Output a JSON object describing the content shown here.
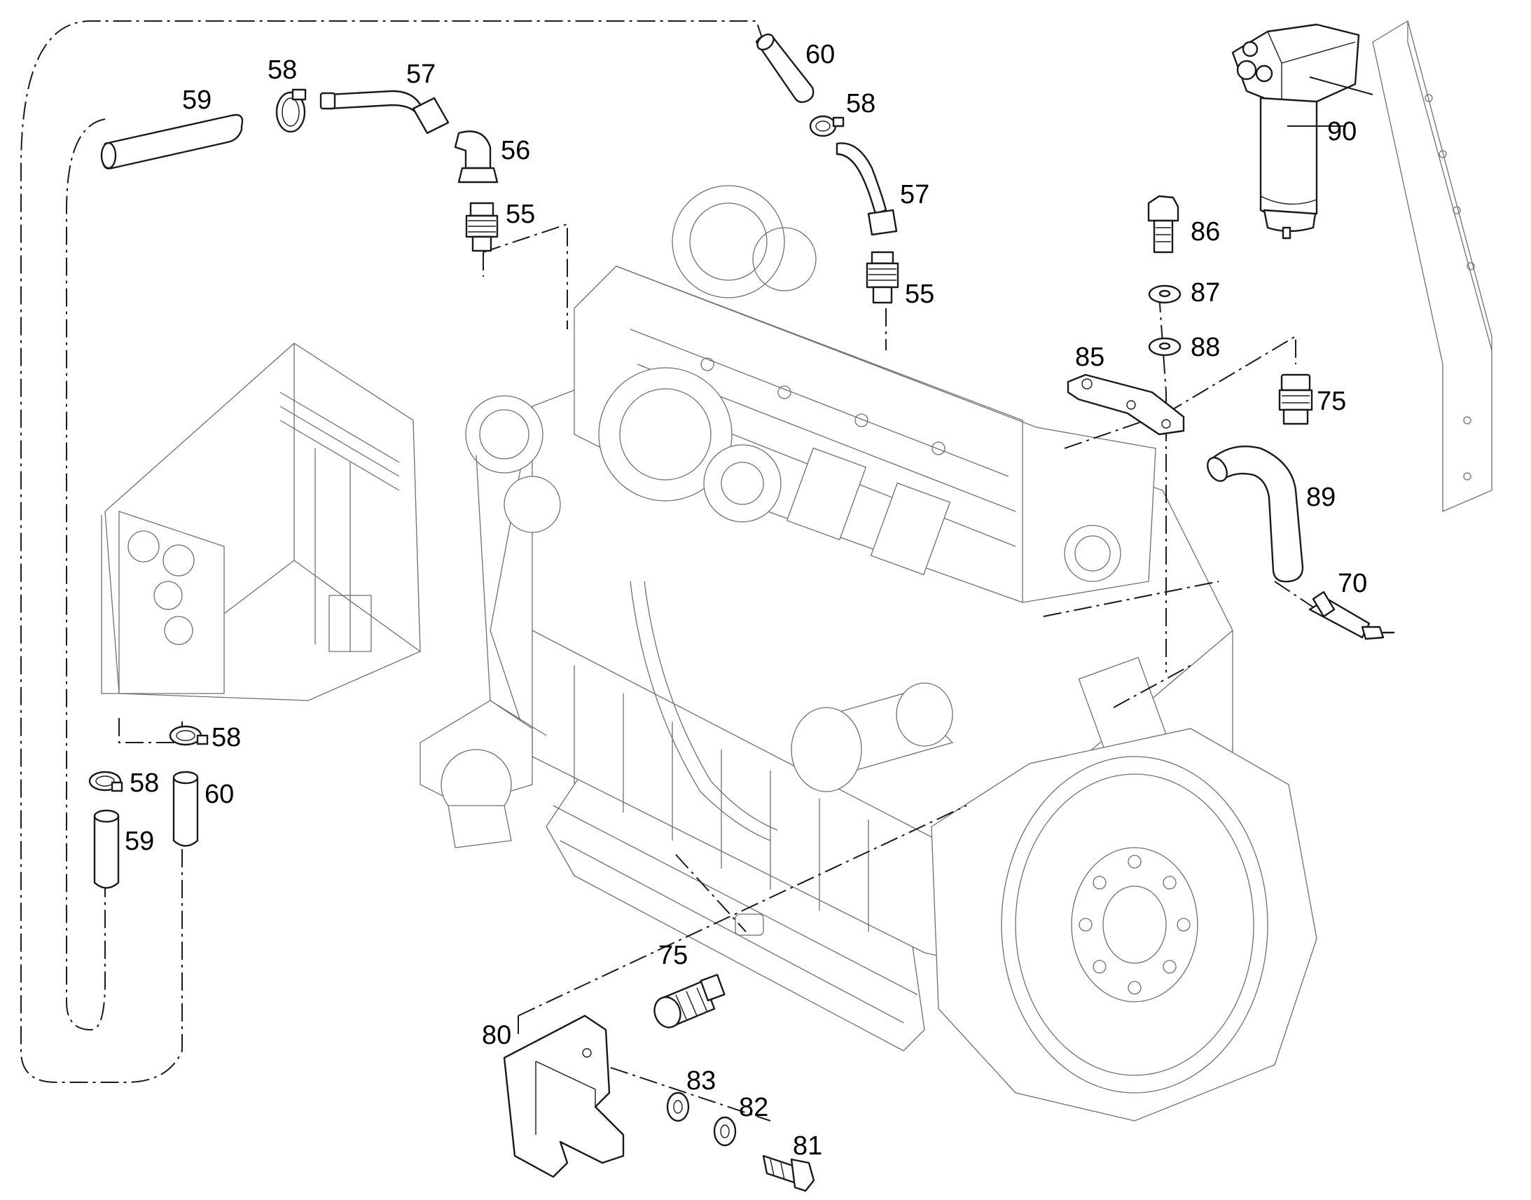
{
  "figure": {
    "callouts": {
      "c59a": "59",
      "c58a": "58",
      "c57a": "57",
      "c56": "56",
      "c55a": "55",
      "c60a": "60",
      "c58b": "58",
      "c57b": "57",
      "c55b": "55",
      "c90": "90",
      "c86": "86",
      "c87": "87",
      "c88": "88",
      "c85": "85",
      "c75a": "75",
      "c89": "89",
      "c70": "70",
      "c58c": "58",
      "c58d": "58",
      "c60b": "60",
      "c59b": "59",
      "c75b": "75",
      "c80": "80",
      "c83": "83",
      "c82": "82",
      "c81": "81"
    }
  }
}
